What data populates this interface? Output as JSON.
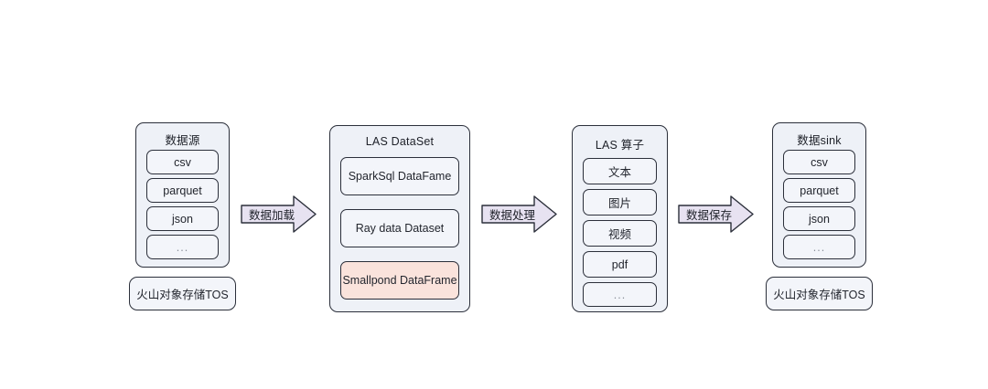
{
  "diagram": {
    "columns": [
      {
        "id": "data-source",
        "title": "数据源",
        "items": [
          {
            "label": "csv",
            "highlight": false
          },
          {
            "label": "parquet",
            "highlight": false
          },
          {
            "label": "json",
            "highlight": false
          },
          {
            "label": "...",
            "highlight": false
          }
        ],
        "footer": "火山对象存储TOS"
      },
      {
        "id": "las-dataset",
        "title": "LAS  DataSet",
        "items": [
          {
            "label": "SparkSql DataFame",
            "highlight": false
          },
          {
            "label": "Ray data Dataset",
            "highlight": false
          },
          {
            "label": "Smallpond DataFrame",
            "highlight": true
          }
        ],
        "footer": null
      },
      {
        "id": "las-operator",
        "title": "LAS  算子",
        "items": [
          {
            "label": "文本",
            "highlight": false
          },
          {
            "label": "图片",
            "highlight": false
          },
          {
            "label": "视频",
            "highlight": false
          },
          {
            "label": "pdf",
            "highlight": false
          },
          {
            "label": "...",
            "highlight": false
          }
        ],
        "footer": null
      },
      {
        "id": "data-sink",
        "title": "数据sink",
        "items": [
          {
            "label": "csv",
            "highlight": false
          },
          {
            "label": "parquet",
            "highlight": false
          },
          {
            "label": "json",
            "highlight": false
          },
          {
            "label": "...",
            "highlight": false
          }
        ],
        "footer": "火山对象存储TOS"
      }
    ],
    "arrows": [
      {
        "id": "data-load",
        "label": "数据加载"
      },
      {
        "id": "data-process",
        "label": "数据处理"
      },
      {
        "id": "data-save",
        "label": "数据保存"
      }
    ],
    "colors": {
      "group_fill": "#eef1f7",
      "item_fill": "#f3f5fa",
      "highlight_fill": "#fae3dc",
      "border": "#2b2f3a",
      "arrow_fill": "#e7e2f1",
      "arrow_border": "#2b2f3a",
      "background": "#ffffff"
    }
  }
}
